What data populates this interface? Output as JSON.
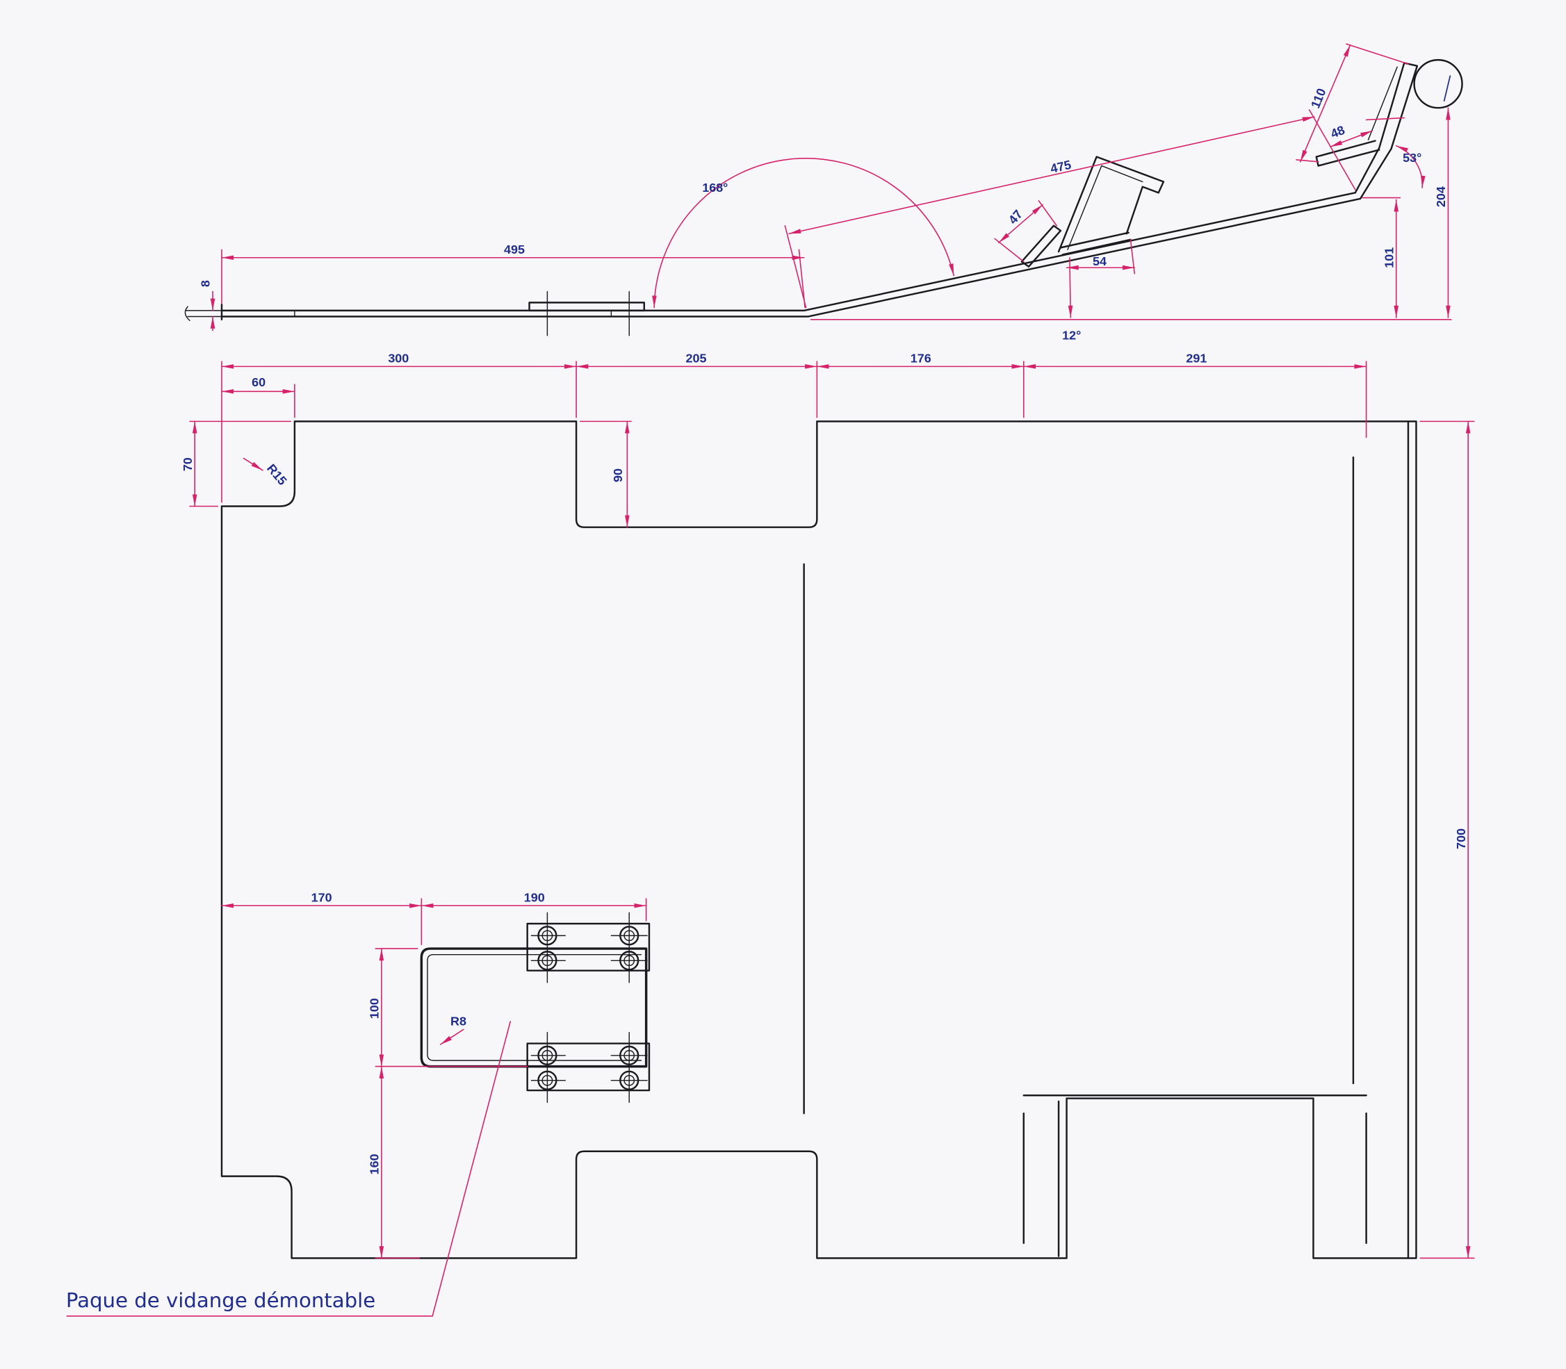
{
  "drawing": {
    "side_view": {
      "dim_8": "8",
      "dim_495": "495",
      "angle_168": "168°",
      "dim_475": "475",
      "dim_47": "47",
      "dim_54": "54",
      "angle_12": "12°",
      "dim_101": "101",
      "dim_204": "204",
      "dim_110": "110",
      "dim_48": "48",
      "angle_53": "53°"
    },
    "plan_view": {
      "dim_300": "300",
      "dim_205": "205",
      "dim_176": "176",
      "dim_291": "291",
      "dim_60": "60",
      "dim_70": "70",
      "radius_15": "R15",
      "dim_90": "90",
      "dim_700": "700",
      "dim_170": "170",
      "dim_190": "190",
      "dim_100": "100",
      "radius_8": "R8",
      "dim_160": "160"
    },
    "callout": {
      "drain_plate": "Paque de vidange démontable"
    }
  },
  "colors": {
    "paper": "#f7f7f9",
    "outline": "#1b1b1f",
    "dimension": "#d6226b",
    "dimension_text": "#1f2d8f"
  }
}
